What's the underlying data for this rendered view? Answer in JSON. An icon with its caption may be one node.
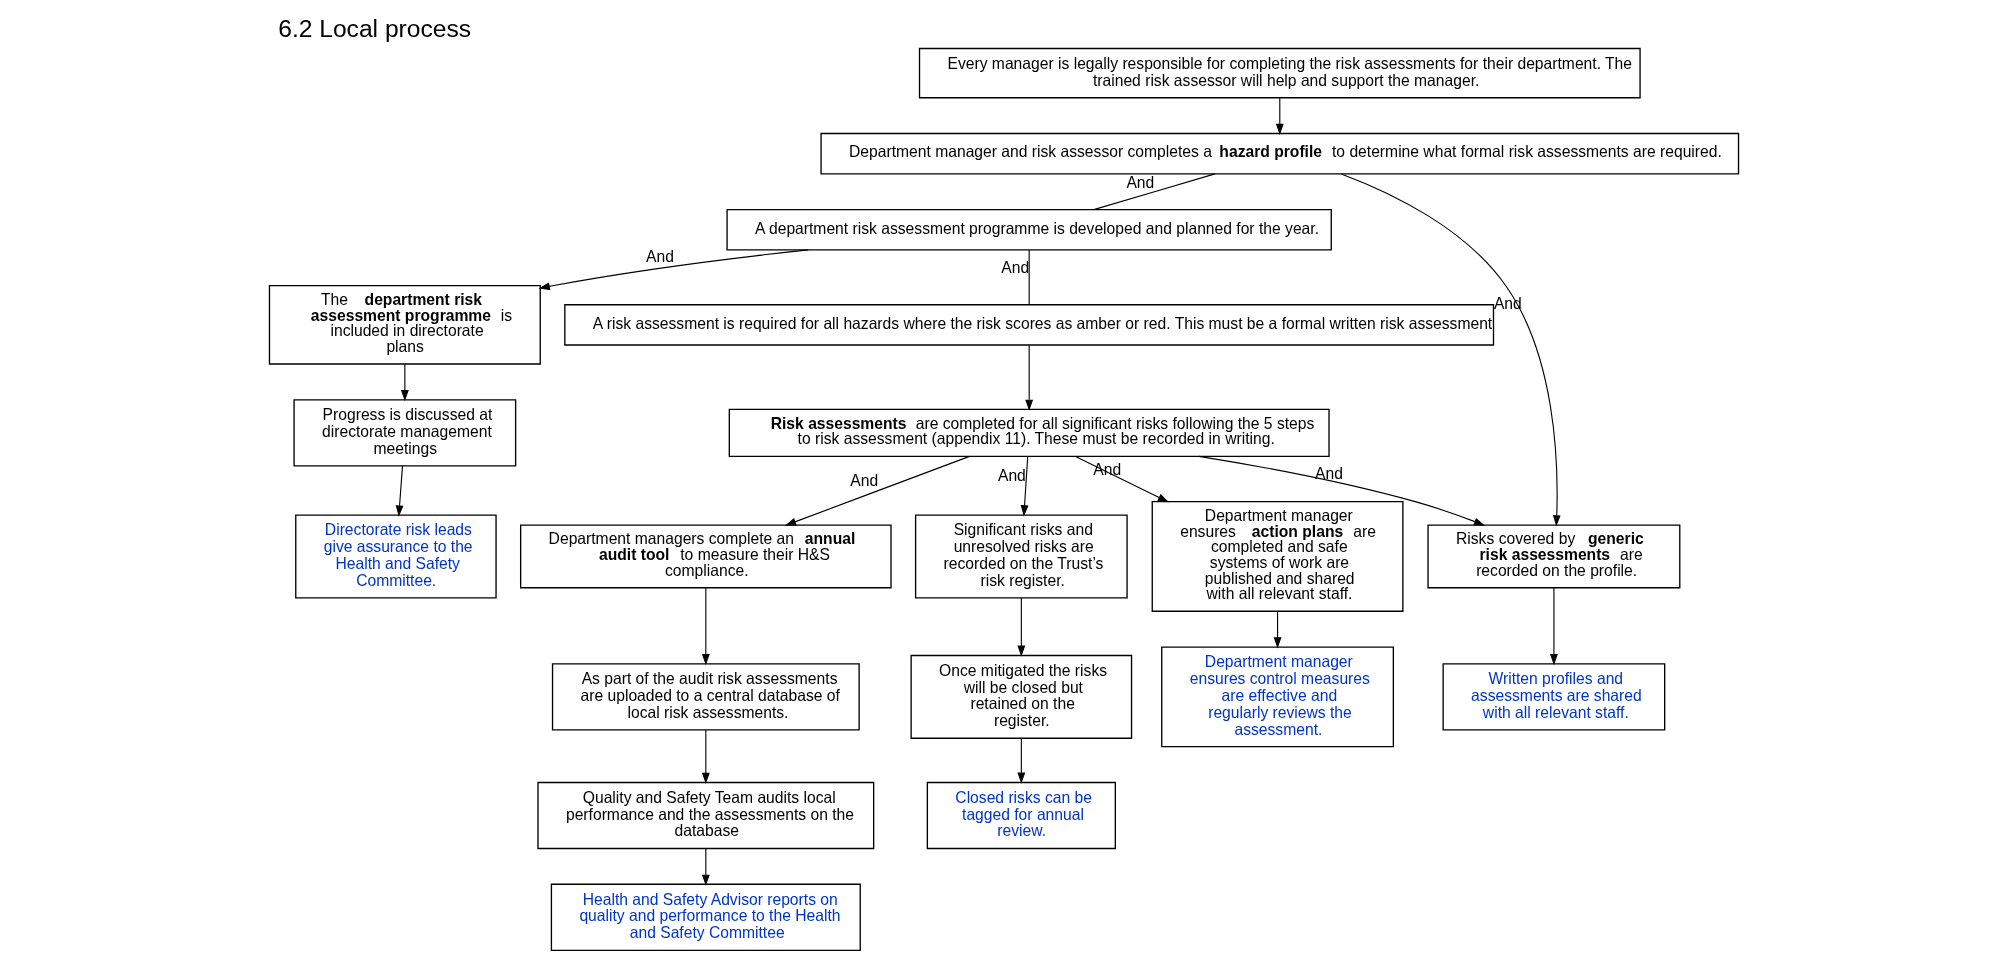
{
  "diagram": {
    "title": "6.2 Local process",
    "nodes": [
      {
        "text": [
          "Every manager is legally responsible for completing the risk assessments for their department. The trained risk assessor will help and support the manager."
        ]
      },
      {
        "text": [
          "Department manager and risk assessor completes a **hazard profile** to determine what formal risk assessments are required."
        ]
      },
      {
        "text": [
          "A department risk assessment programme is developed and planned for the year."
        ]
      },
      {
        "text": [
          "A risk assessment is required for all hazards where the risk scores as amber or red. This must be a formal written risk assessment"
        ]
      },
      {
        "text": [
          "**Risk assessments** are completed for all significant risks following the 5 steps to risk assessment (appendix 11). These must be recorded in writing."
        ]
      },
      {
        "text": [
          "The **department risk assessment programme** is included in directorate plans"
        ]
      },
      {
        "text": [
          "Progress is discussed at directorate management meetings"
        ]
      },
      {
        "text": [
          "Directorate risk leads give assurance to the Health and Safety Committee."
        ]
      },
      {
        "text": [
          "Significant risks and unresolved risks are recorded on the Trust’s risk register."
        ]
      },
      {
        "text": [
          "Once mitigated the risks will be closed but retained on the register."
        ]
      },
      {
        "text": [
          "Closed risks can be tagged for annual review."
        ]
      },
      {
        "text": [
          "Department manager ensures **action plans** are completed and safe systems of work are published and shared with all relevant staff."
        ]
      },
      {
        "text": [
          "Department manager ensures control measures are effective and regularly reviews the assessment."
        ]
      },
      {
        "text": [
          "Department managers complete an **annual audit tool** to measure their H&S compliance."
        ]
      },
      {
        "text": [
          "As part of the audit risk assessments are uploaded to a central database of local risk assessments."
        ]
      },
      {
        "text": [
          "Quality and Safety Team audits local performance and the assessments on the database"
        ]
      },
      {
        "text": [
          "Health and Safety Advisor reports on quality and performance to the Health and Safety Committee"
        ]
      },
      {
        "text": [
          "Risks covered by **generic risk assessments** are recorded on the profile."
        ]
      },
      {
        "text": [
          "Written profiles and assessments are shared with all relevant staff."
        ]
      }
    ],
    "edges": [
      {
        "from": 0,
        "to": 1,
        "arrow": "to"
      },
      {
        "from": 1,
        "to": 2,
        "arrow": "none",
        "label": "And"
      },
      {
        "from": 1,
        "to": 17,
        "arrow": "to",
        "label": "And"
      },
      {
        "from": 2,
        "to": 5,
        "arrow": "to",
        "label": "And"
      },
      {
        "from": 2,
        "to": 3,
        "arrow": "none",
        "label": "And"
      },
      {
        "from": 3,
        "to": 4,
        "arrow": "to"
      },
      {
        "from": 4,
        "to": 8,
        "arrow": "to",
        "label": "And"
      },
      {
        "from": 4,
        "to": 11,
        "arrow": "to",
        "label": "And"
      },
      {
        "from": 4,
        "to": 13,
        "arrow": "to",
        "label": "And"
      },
      {
        "from": 4,
        "to": 17,
        "arrow": "to",
        "label": "And"
      },
      {
        "from": 5,
        "to": 6,
        "arrow": "to"
      },
      {
        "from": 6,
        "to": 7,
        "arrow": "to"
      },
      {
        "from": 8,
        "to": 9,
        "arrow": "to"
      },
      {
        "from": 9,
        "to": 10,
        "arrow": "to"
      },
      {
        "from": 11,
        "to": 12,
        "arrow": "to"
      },
      {
        "from": 13,
        "to": 14,
        "arrow": "to"
      },
      {
        "from": 14,
        "to": 15,
        "arrow": "to"
      },
      {
        "from": 15,
        "to": 16,
        "arrow": "to"
      },
      {
        "from": 17,
        "to": 18,
        "arrow": "to"
      }
    ]
  }
}
